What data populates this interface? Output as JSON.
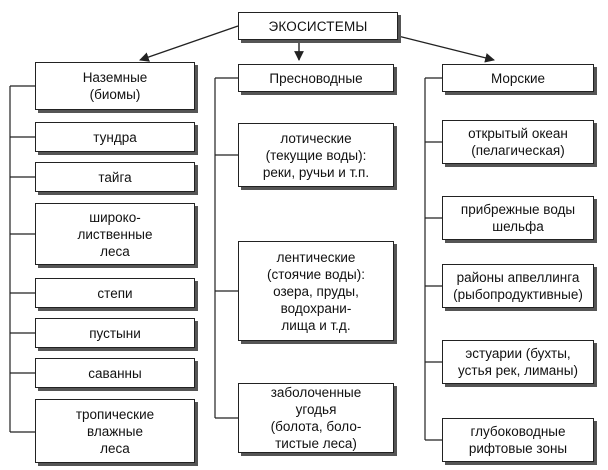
{
  "title": "ЭКОСИСТЕМЫ",
  "categories": [
    {
      "label": "Наземные\n(биомы)",
      "items": [
        "тундра",
        "тайга",
        "широко-\nлиственные\nлеса",
        "степи",
        "пустыни",
        "саванны",
        "тропические\nвлажные\nлеса"
      ]
    },
    {
      "label": "Пресноводные",
      "items": [
        "лотические\n(текущие воды):\nреки, ручьи и т.п.",
        "лентические\n(стоячие воды):\nозера, пруды,\nводохрани-\nлища и т.д.",
        "заболоченные\nугодья\n(болота, боло-\nтистые леса)"
      ]
    },
    {
      "label": "Морские",
      "items": [
        "открытый океан\n(пелагическая)",
        "прибрежные воды\nшельфа",
        "районы апвеллинга\n(рыбопродуктивные)",
        "эстуарии (бухты,\nустья рек, лиманы)",
        "глубоководные\nрифтовые зоны"
      ]
    }
  ]
}
